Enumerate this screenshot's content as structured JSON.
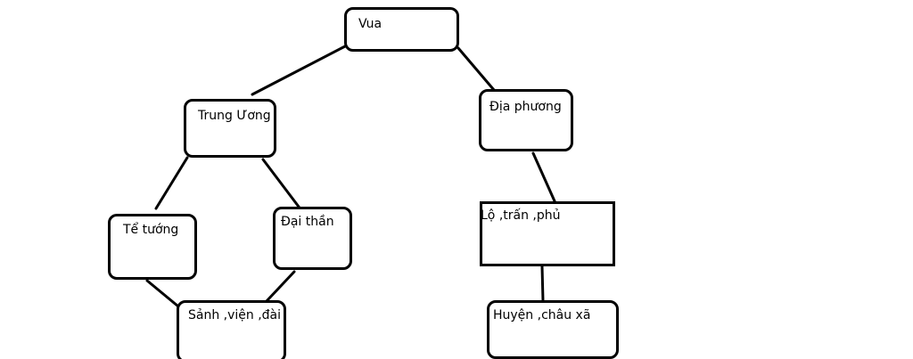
{
  "diagram": {
    "line_color": "#000000",
    "nodes": {
      "vua": {
        "label": "Vua"
      },
      "trung_uong": {
        "label": "Trung Ương"
      },
      "dia_phuong": {
        "label": "Địa phương"
      },
      "te_tuong": {
        "label": "Tể tướng"
      },
      "dai_than": {
        "label": "Đại thần"
      },
      "sanh_vien_dai": {
        "label": "Sảnh ,viện ,đài"
      },
      "lo_tran_phu": {
        "label": "Lộ ,trấn ,phủ"
      },
      "huyen_chau_xa": {
        "label": "Huyện ,châu xã"
      }
    },
    "edges": [
      {
        "from": "Vua",
        "to": "Trung Ương"
      },
      {
        "from": "Vua",
        "to": "Địa phương"
      },
      {
        "from": "Trung Ương",
        "to": "Tể tướng"
      },
      {
        "from": "Trung Ương",
        "to": "Đại thần"
      },
      {
        "from": "Tể tướng",
        "to": "Sảnh ,viện ,đài"
      },
      {
        "from": "Đại thần",
        "to": "Sảnh ,viện ,đài"
      },
      {
        "from": "Địa phương",
        "to": "Lộ ,trấn ,phủ"
      },
      {
        "from": "Lộ ,trấn ,phủ",
        "to": "Huyện ,châu xã"
      }
    ]
  }
}
